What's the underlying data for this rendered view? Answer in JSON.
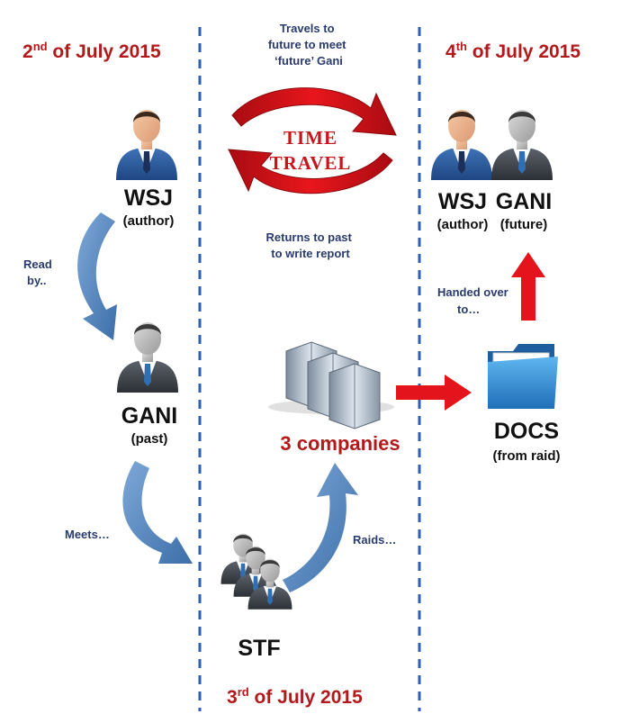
{
  "dates": {
    "left": {
      "day": "2",
      "suffix": "nd",
      "rest": " of July 2015"
    },
    "right": {
      "day": "4",
      "suffix": "th",
      "rest": " of July 2015"
    },
    "bottom": {
      "day": "3",
      "suffix": "rd",
      "rest": " of July 2015"
    }
  },
  "time_travel": {
    "line1": "TIME",
    "line2": "TRAVEL",
    "top_note": [
      "Travels to",
      "future to meet",
      "‘future’ Gani"
    ],
    "bottom_note": [
      "Returns to past",
      "to write report"
    ]
  },
  "nodes": {
    "wsj_left": {
      "label": "WSJ",
      "sub": "(author)"
    },
    "gani_past": {
      "label": "GANI",
      "sub": "(past)"
    },
    "stf": {
      "label": "STF"
    },
    "companies": {
      "label": "3 companies"
    },
    "docs": {
      "label": "DOCS",
      "sub": "(from raid)"
    },
    "wsj_right": {
      "label": "WSJ",
      "sub": "(author)"
    },
    "gani_future": {
      "label": "GANI",
      "sub": "(future)"
    }
  },
  "edges": {
    "read_by": [
      "Read",
      "by.."
    ],
    "meets": "Meets…",
    "raids": "Raids…",
    "handed_over": [
      "Handed over",
      "to…"
    ]
  },
  "colors": {
    "date_red": "#b3191b",
    "arrow_red": "#e3141b",
    "arrow_blue": "#5584b8",
    "divider_blue": "#2d5fae",
    "suit_blue": "#2f5fa3",
    "suit_grey": "#4a4f57",
    "folder_blue": "#2f8fd6"
  },
  "icons": [
    "businessman-icon",
    "businessman-grey-icon",
    "group-of-people-icon",
    "buildings-icon",
    "folder-icon"
  ]
}
